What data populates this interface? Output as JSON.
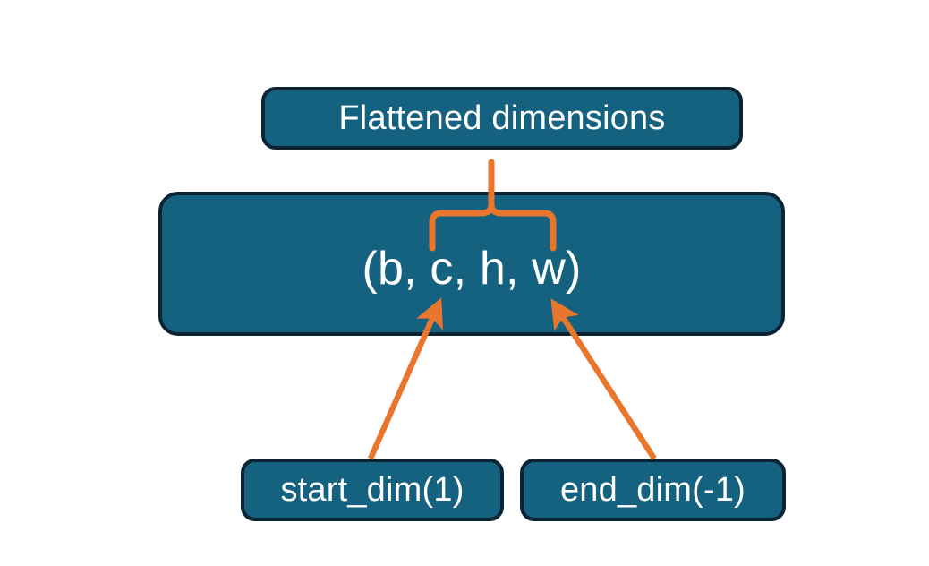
{
  "diagram": {
    "title_text": "Flattened dimensions",
    "background_color": "#ffffff",
    "node_fill_color": "#156180",
    "node_border_color": "#0b2433",
    "node_text_color": "#ffffff",
    "connector_color": "#e8762c",
    "nodes": {
      "flattened": {
        "label": "Flattened dimensions"
      },
      "shape": {
        "label": "(b, c, h, w)"
      },
      "start_dim": {
        "label": "start_dim(1)"
      },
      "end_dim": {
        "label": "end_dim(-1)"
      }
    },
    "connectors": {
      "brace": {
        "name": "curly-brace-up",
        "from": "shape-dims-c-h-w",
        "to": "flattened"
      },
      "arrow_left": {
        "name": "arrow-start-dim-to-c",
        "from": "start_dim",
        "to": "shape"
      },
      "arrow_right": {
        "name": "arrow-end-dim-to-w",
        "from": "end_dim",
        "to": "shape"
      }
    }
  }
}
